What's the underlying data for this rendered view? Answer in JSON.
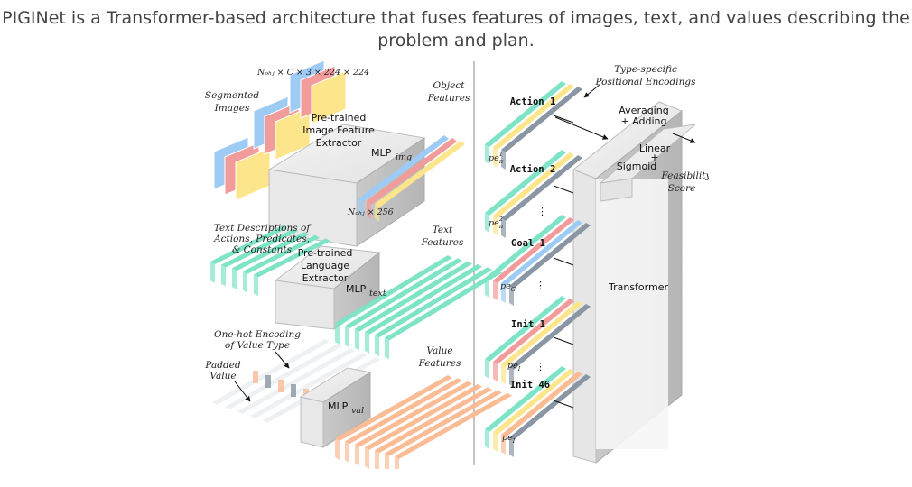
{
  "caption": "PIGINet is a Transformer-based architecture that fuses features of images, text, and values describing the problem and plan.",
  "colors": {
    "blue": "#9ecbf4",
    "red": "#f29b9b",
    "yellow": "#fce58a",
    "teal": "#7ee3c7",
    "orange": "#f9bc94",
    "slate": "#8a96a3",
    "gray": "#d8d8d8"
  },
  "left": {
    "segmented_images": [
      "Segmented",
      "Images"
    ],
    "image_dims": "Nₒₕⱼ × C × 3 × 224 × 224",
    "image_extractor": [
      "Pre-trained",
      "Image Feature",
      "Extractor"
    ],
    "mlp_img": "MLP",
    "mlp_img_sub": "img",
    "object_features": [
      "Object",
      "Features"
    ],
    "obj_dims": "Nₒₕⱼ × 256",
    "text_descriptions": [
      "Text Descriptions of",
      "Actions, Predicates,",
      "& Constants"
    ],
    "language_extractor": [
      "Pre-trained",
      "Language",
      "Extractor"
    ],
    "mlp_text": "MLP",
    "mlp_text_sub": "text",
    "text_features": [
      "Text",
      "Features"
    ],
    "one_hot": [
      "One-hot Encoding",
      "of Value Type"
    ],
    "padded_value": [
      "Padded",
      "Value"
    ],
    "mlp_val": "MLP",
    "mlp_val_sub": "val",
    "value_features": [
      "Value",
      "Features"
    ]
  },
  "right": {
    "positional": [
      "Type-specific",
      "Positional Encodings"
    ],
    "averaging": [
      "Averaging",
      "+ Adding"
    ],
    "linear": [
      "Linear",
      "+",
      "Sigmoid"
    ],
    "feasibility": [
      "Feasibility",
      "Score"
    ],
    "transformer": "Transformer",
    "action1": "Action 1",
    "action2": "Action 2",
    "goal1": "Goal 1",
    "init1": "Init 1",
    "init46": "Init 46",
    "pe_pi": "pe",
    "pe_pi1_sub": "π",
    "pe_pi1_sup": "1",
    "pe_pi2_sub": "π",
    "pe_pi2_sup": "2",
    "pe_g_sub": "G",
    "pe_i1_sub": "I",
    "pe_i46_sub": "I",
    "ellipsis": "⋮"
  }
}
